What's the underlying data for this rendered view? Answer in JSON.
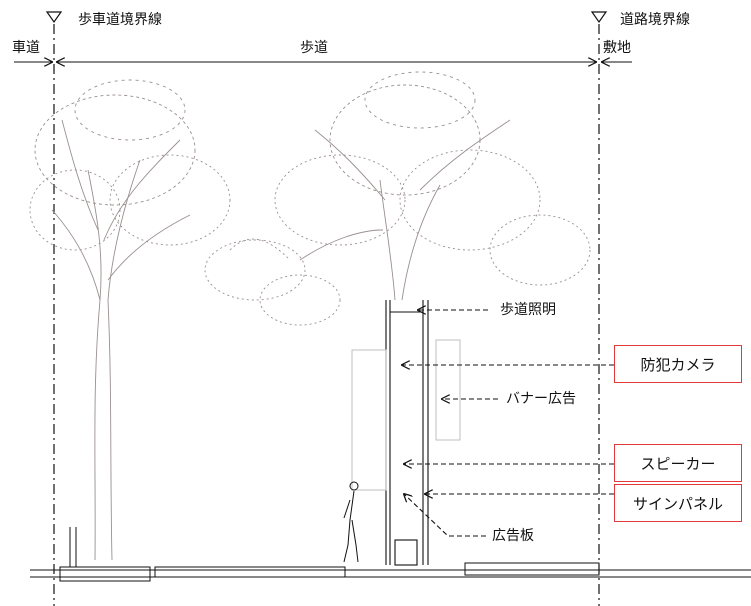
{
  "labels": {
    "sidewalk_boundary": "歩車道境界線",
    "road_boundary": "道路境界線",
    "roadway": "車道",
    "sidewalk": "歩道",
    "site": "敷地"
  },
  "elements": {
    "sidewalk_light": "歩道照明",
    "banner_ad": "バナー広告",
    "ad_board": "広告板"
  },
  "highlighted": {
    "security_camera": "防犯カメラ",
    "speaker": "スピーカー",
    "sign_panel": "サインパネル"
  },
  "colors": {
    "highlight_border": "#e23a3a",
    "ink": "#111111",
    "tree_ink": "#9a8f8f"
  }
}
